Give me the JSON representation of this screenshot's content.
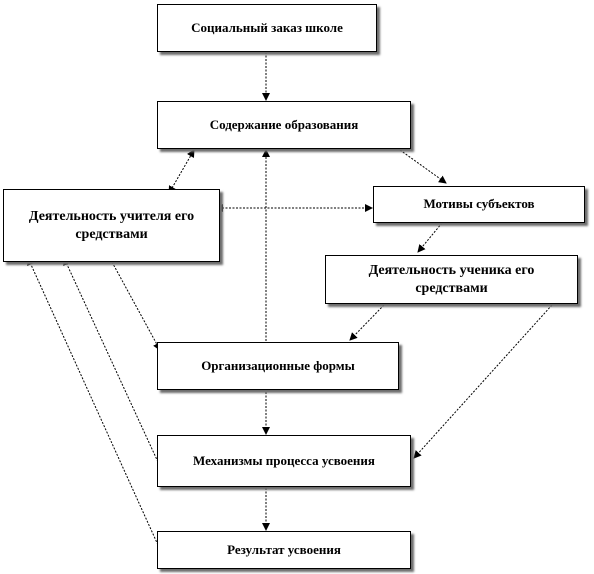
{
  "diagram": {
    "nodes": {
      "social_order": "Социальный  заказ школе",
      "education_content": "Содержание  образования",
      "teacher_activity": "Деятельность учителя его средствами",
      "subject_motives": "Мотивы  субъектов",
      "student_activity": "Деятельность ученика его средствами",
      "organizational_forms": "Организационные  формы",
      "learning_mechanisms": "Механизмы  процесса  усвоения",
      "learning_result": "Результат  усвоения"
    }
  }
}
